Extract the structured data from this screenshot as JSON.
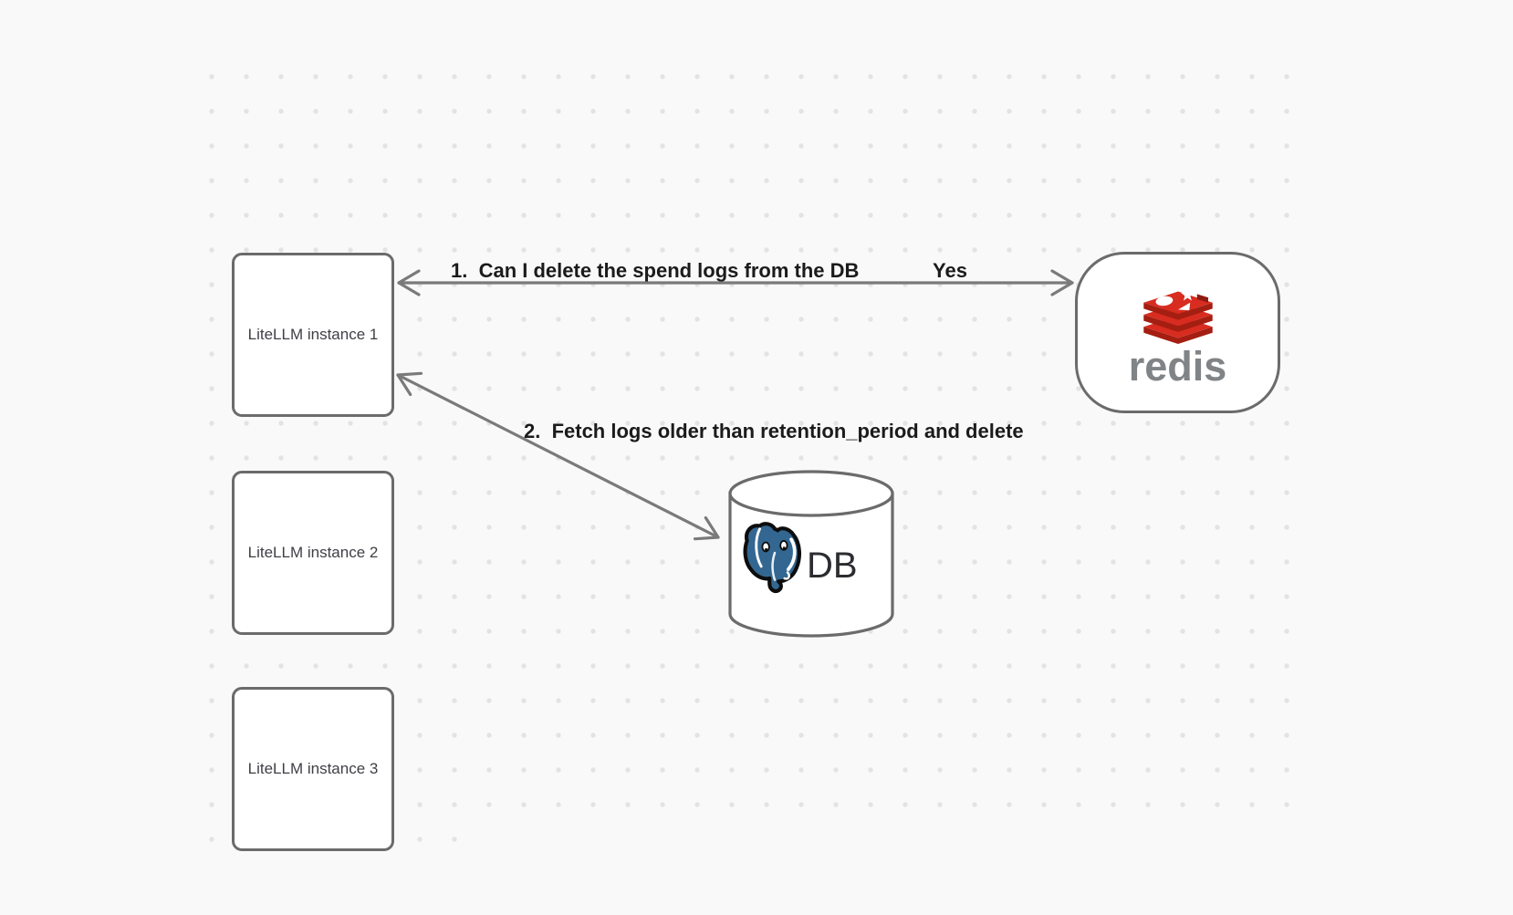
{
  "diagram": {
    "nodes": {
      "litellm_instances": [
        {
          "label": "LiteLLM instance 1"
        },
        {
          "label": "LiteLLM instance 2"
        },
        {
          "label": "LiteLLM instance 3"
        }
      ],
      "redis": {
        "wordmark": "redis"
      },
      "db": {
        "label": "DB"
      }
    },
    "annotations": {
      "step1_label": "1.  Can I delete the spend logs from the DB",
      "step1_answer": "Yes",
      "step2_label": "2.  Fetch logs older than retention_period and delete"
    },
    "arrows": [
      {
        "from": "LiteLLM instance 1",
        "to": "redis",
        "style": "double-headed"
      },
      {
        "from": "LiteLLM instance 1",
        "to": "DB",
        "style": "double-headed"
      }
    ],
    "colors": {
      "background": "#f9f9f9",
      "grid_dot": "#e3e3e3",
      "node_border": "#6b6b6b",
      "node_fill": "#ffffff",
      "arrow": "#7a7a7a",
      "annotation_text": "#1b1b1b",
      "node_label_text": "#3f3f46",
      "redis_red": "#d82c20",
      "redis_dark_red": "#a41e11",
      "redis_wordmark_gray": "#808487",
      "postgres_blue": "#336791",
      "db_text": "#2b2d30"
    }
  }
}
